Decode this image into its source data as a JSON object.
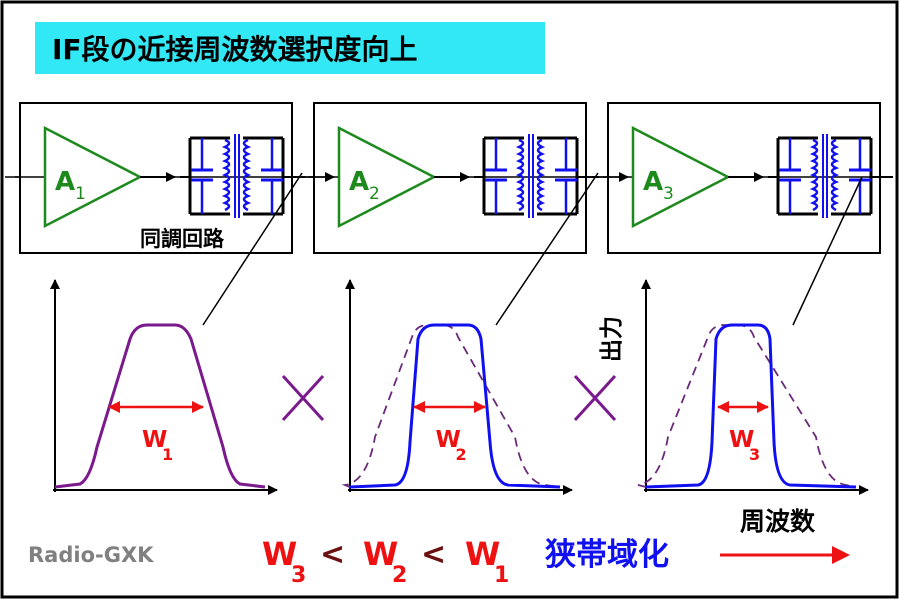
{
  "title": "IF段の近接周波数選択度向上",
  "stages": [
    {
      "amp_letter": "A",
      "amp_sub": "1"
    },
    {
      "amp_letter": "A",
      "amp_sub": "2"
    },
    {
      "amp_letter": "A",
      "amp_sub": "3"
    }
  ],
  "tuned_circuit_label": "同調回路",
  "plots": [
    {
      "w_letter": "W",
      "w_sub": "1",
      "response": "wide"
    },
    {
      "w_letter": "W",
      "w_sub": "2",
      "response": "medium",
      "previous_dashed": true
    },
    {
      "w_letter": "W",
      "w_sub": "3",
      "response": "narrow",
      "previous_dashed": true
    }
  ],
  "y_axis_label": "出力",
  "x_axis_label": "周波数",
  "multiply_symbol": "×",
  "watermark": "Radio-GXK",
  "comparison": {
    "terms": [
      {
        "letter": "W",
        "sub": "3"
      },
      {
        "letter": "W",
        "sub": "2"
      },
      {
        "letter": "W",
        "sub": "1"
      }
    ],
    "operator": "<"
  },
  "narrowing_label": "狭帯域化",
  "colors": {
    "title_bg": "#33e8f5",
    "amp": "#1e8a1e",
    "plot1": "#7a1a8c",
    "plot_blue": "#1010f0",
    "dashed": "#6a2a7a",
    "red": "#ee1111",
    "cross": "#7a1a8c",
    "lt_op": "#6b1010",
    "watermark": "#808080"
  }
}
